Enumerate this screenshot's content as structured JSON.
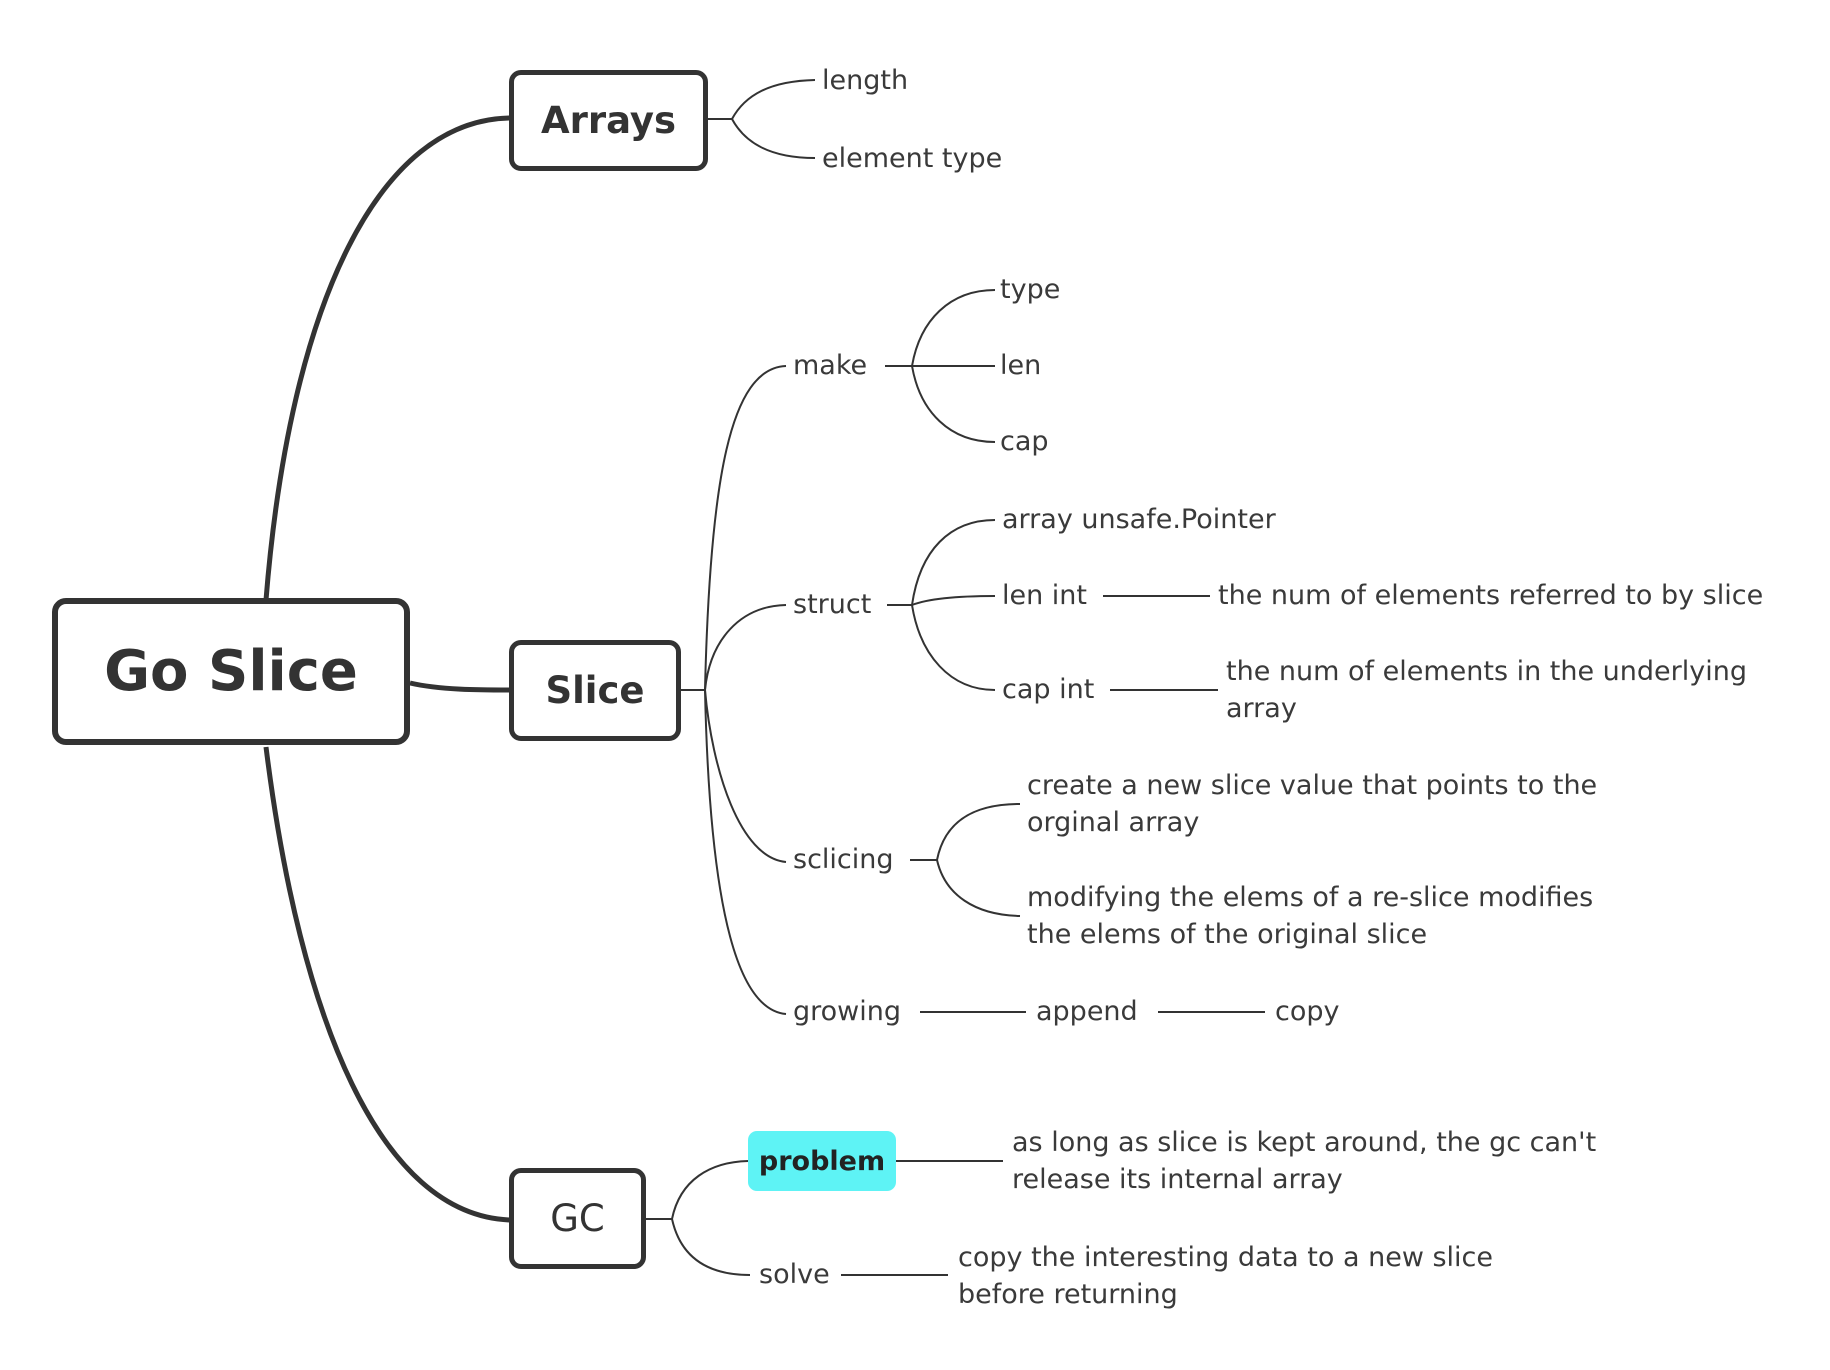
{
  "colors": {
    "line": "#333333",
    "text": "#3a3a3a",
    "highlight": "#5ef3f5"
  },
  "diagram": {
    "root": "Go Slice",
    "arrays": {
      "title": "Arrays",
      "children": [
        "length",
        "element type"
      ]
    },
    "slice": {
      "title": "Slice",
      "make": {
        "label": "make",
        "children": [
          "type",
          "len",
          "cap"
        ]
      },
      "struct": {
        "label": "struct",
        "array_pointer": "array unsafe.Pointer",
        "len_int": "len int",
        "len_desc": "the num of elements referred to by slice",
        "cap_int": "cap int",
        "cap_desc_line1": "the num of elements in the underlying",
        "cap_desc_line2": "array"
      },
      "slicing": {
        "label": "sclicing",
        "item1_line1": "create a new slice value that points to the",
        "item1_line2": "orginal array",
        "item2_line1": "modifying the elems of a re-slice modifies",
        "item2_line2": "the elems of the original slice"
      },
      "growing": {
        "label": "growing",
        "append": "append",
        "copy": "copy"
      }
    },
    "gc": {
      "title": "GC",
      "problem": {
        "label": "problem",
        "desc_line1": "as long as slice is kept around, the gc can't",
        "desc_line2": "release its internal array"
      },
      "solve": {
        "label": "solve",
        "desc_line1": "copy the interesting data to a new slice",
        "desc_line2": "before returning"
      }
    }
  }
}
